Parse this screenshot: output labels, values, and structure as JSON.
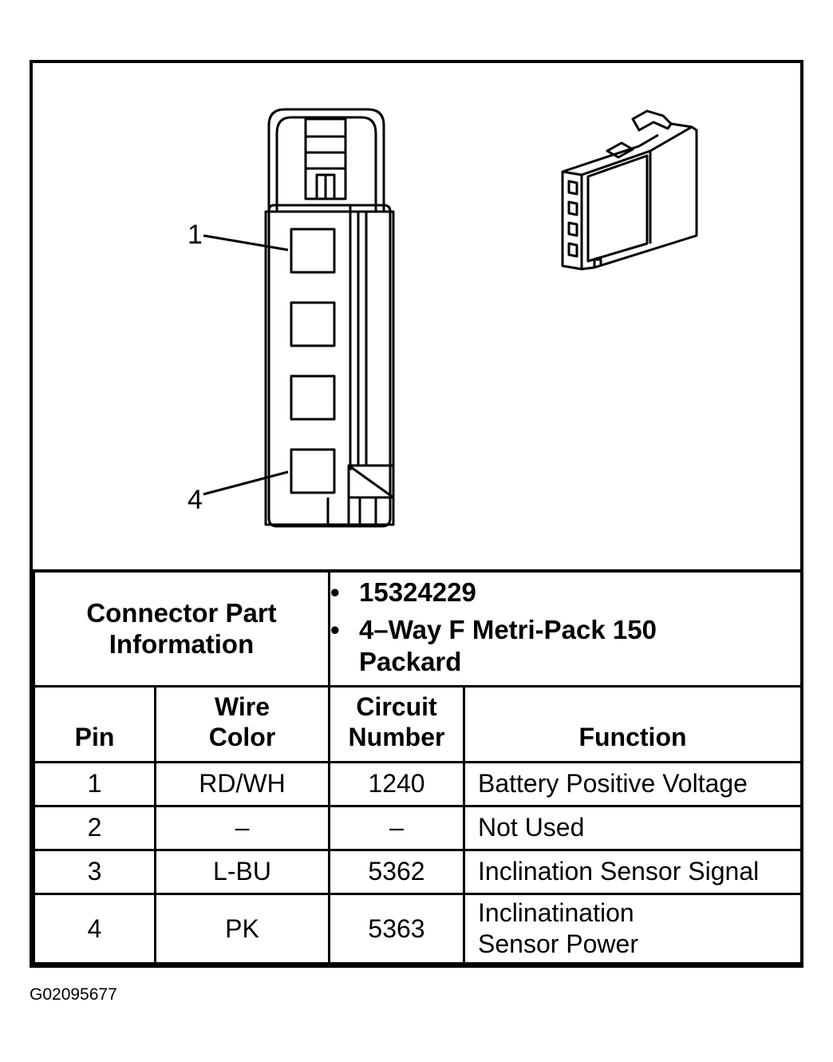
{
  "diagram": {
    "pin_labels": [
      "1",
      "4"
    ],
    "pin_count": 4
  },
  "connector_part": {
    "label_line1": "Connector Part",
    "label_line2": "Information",
    "items": [
      {
        "bullet": "•",
        "text": "15324229"
      },
      {
        "bullet": "•",
        "text_line1": "4–Way F Metri-Pack 150",
        "text_line2": "Packard"
      }
    ]
  },
  "table": {
    "headers": {
      "pin": "Pin",
      "wire_color_line1": "Wire",
      "wire_color_line2": "Color",
      "circuit_line1": "Circuit",
      "circuit_line2": "Number",
      "function": "Function"
    },
    "rows": [
      {
        "pin": "1",
        "wire_color": "RD/WH",
        "circuit": "1240",
        "function_line1": "Battery Positive Voltage",
        "function_line2": ""
      },
      {
        "pin": "2",
        "wire_color": "–",
        "circuit": "–",
        "function_line1": "Not Used",
        "function_line2": ""
      },
      {
        "pin": "3",
        "wire_color": "L-BU",
        "circuit": "5362",
        "function_line1": "Inclination Sensor Signal",
        "function_line2": ""
      },
      {
        "pin": "4",
        "wire_color": "PK",
        "circuit": "5363",
        "function_line1": "Inclinatination",
        "function_line2": "Sensor Power"
      }
    ]
  },
  "figure_id": "G02095677"
}
